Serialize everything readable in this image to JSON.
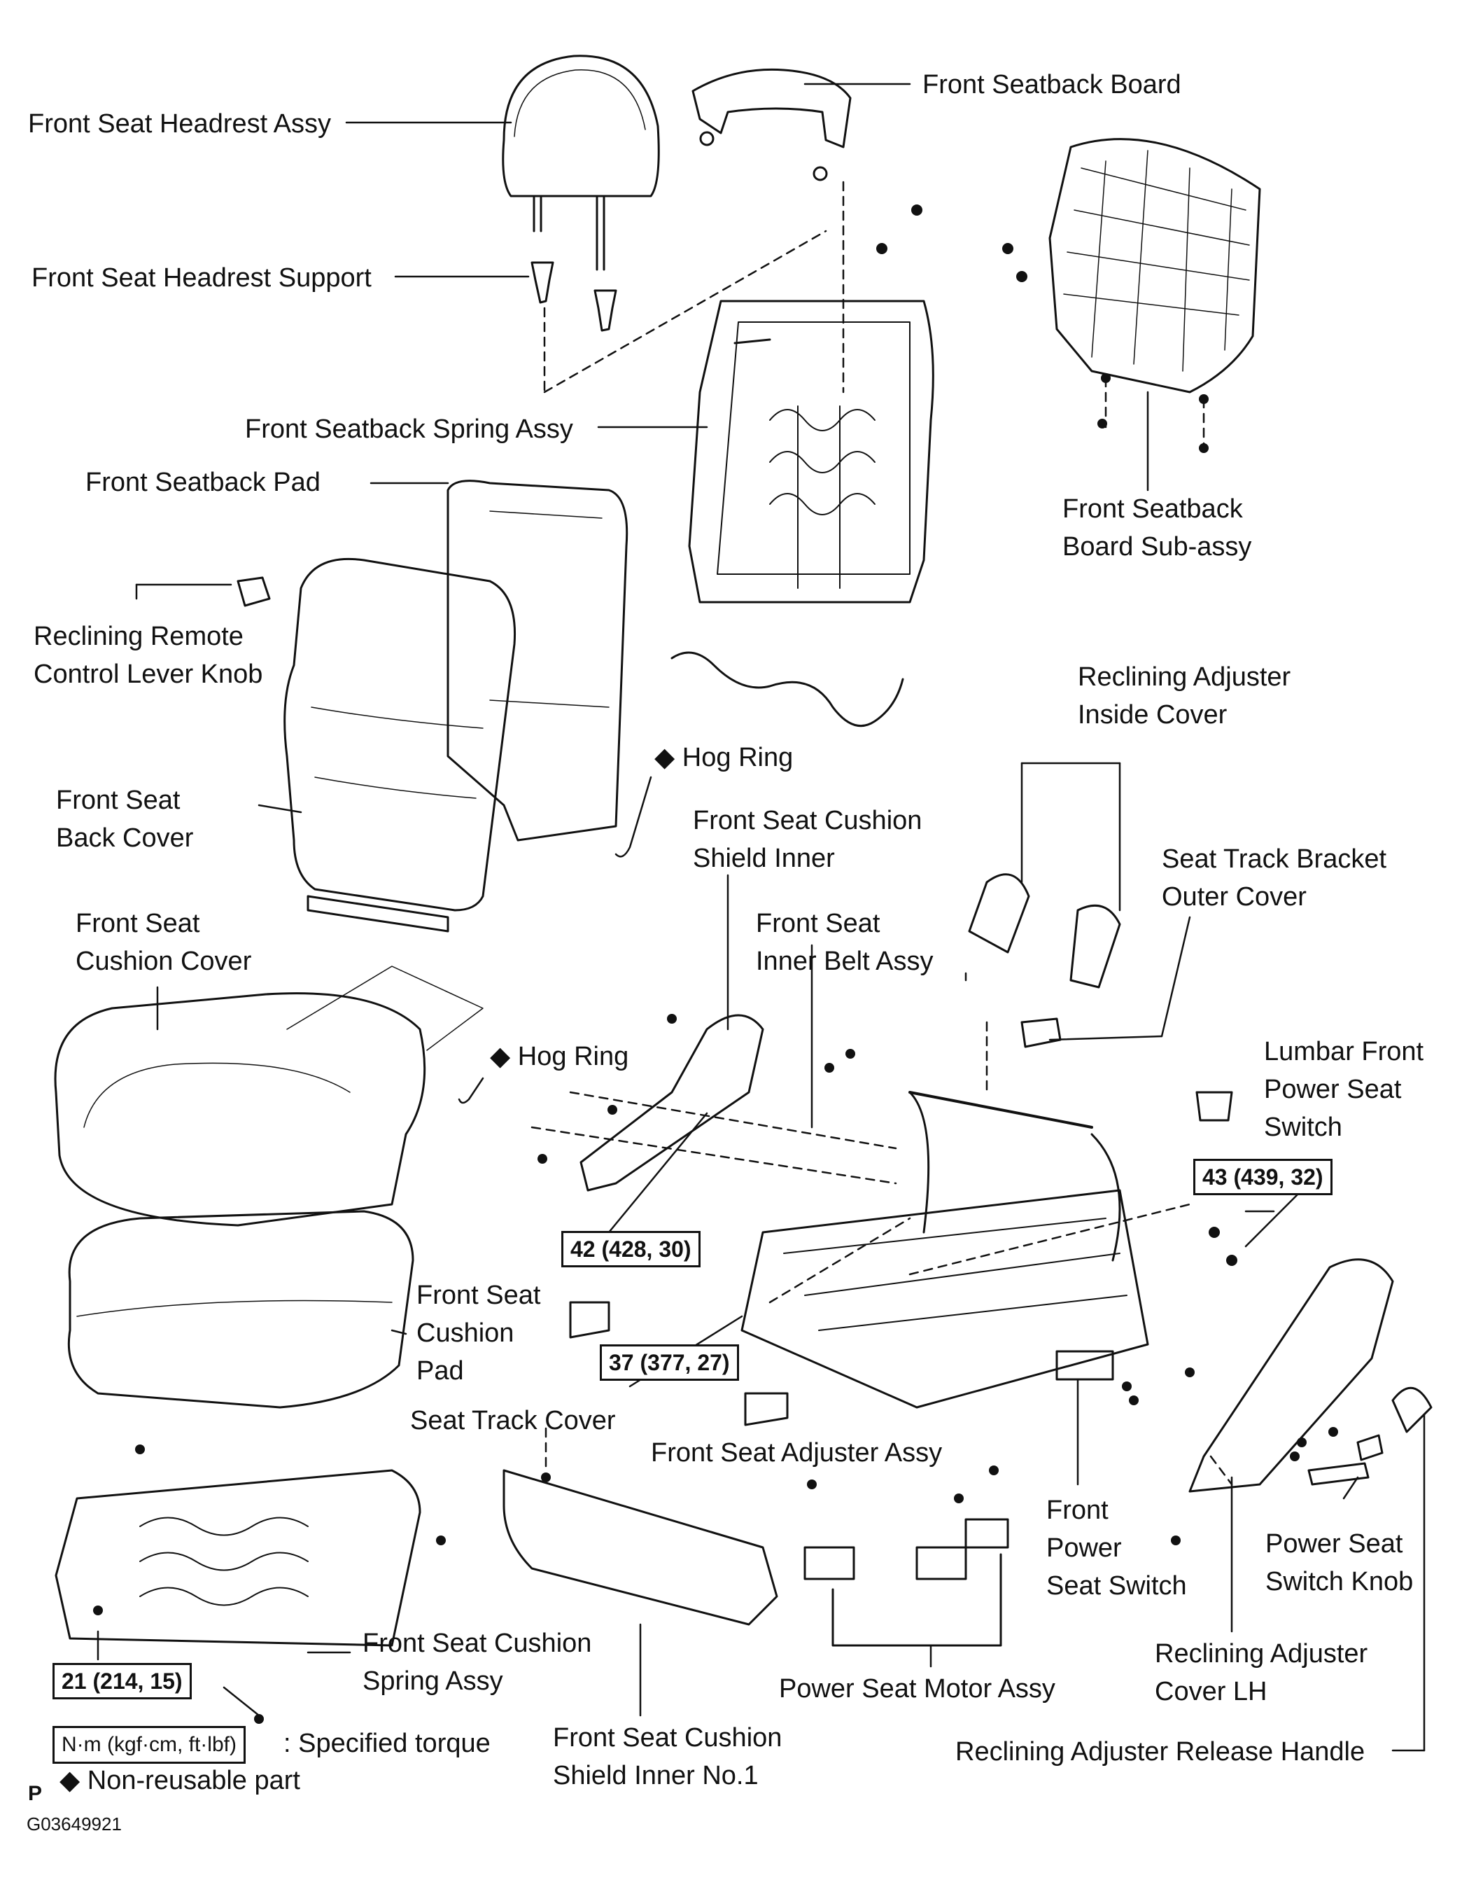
{
  "labels": {
    "headrest_assy": [
      "Front Seat Headrest Assy"
    ],
    "seatback_board": [
      "Front Seatback Board"
    ],
    "headrest_support": [
      "Front Seat Headrest Support"
    ],
    "seatback_spring_assy": [
      "Front Seatback Spring Assy"
    ],
    "seatback_pad": [
      "Front Seatback Pad"
    ],
    "seatback_board_sub": [
      "Front Seatback",
      "Board Sub-assy"
    ],
    "recl_remote_knob": [
      "Reclining Remote",
      "Control Lever Knob"
    ],
    "recl_inside_cover": [
      "Reclining Adjuster",
      "Inside Cover"
    ],
    "hog_ring_1": [
      "Hog Ring"
    ],
    "back_cover": [
      "Front Seat",
      "Back Cover"
    ],
    "cushion_shield_inner": [
      "Front Seat Cushion",
      "Shield Inner"
    ],
    "track_bracket_cover": [
      "Seat Track Bracket",
      "Outer Cover"
    ],
    "inner_belt": [
      "Front Seat",
      "Inner Belt Assy"
    ],
    "cushion_cover": [
      "Front Seat",
      "Cushion Cover"
    ],
    "hog_ring_2": [
      "Hog Ring"
    ],
    "lumbar_switch": [
      "Lumbar Front",
      "Power Seat",
      "Switch"
    ],
    "cushion_pad": [
      "Front Seat",
      "Cushion",
      "Pad"
    ],
    "seat_track_cover": [
      "Seat Track Cover"
    ],
    "adjuster_assy": [
      "Front Seat Adjuster Assy"
    ],
    "front_power_switch": [
      "Front",
      "Power",
      "Seat Switch"
    ],
    "power_switch_knob": [
      "Power Seat",
      "Switch Knob"
    ],
    "cushion_spring_assy": [
      "Front Seat Cushion",
      "Spring Assy"
    ],
    "recl_cover_lh": [
      "Reclining Adjuster",
      "Cover LH"
    ],
    "power_motor_assy": [
      "Power Seat Motor Assy"
    ],
    "cushion_shield_no1": [
      "Front Seat Cushion",
      "Shield Inner No.1"
    ],
    "recl_release_handle": [
      "Reclining Adjuster Release Handle"
    ]
  },
  "torques": {
    "t43": "43 (439, 32)",
    "t42": "42 (428, 30)",
    "t37": "37 (377, 27)",
    "t21": "21 (214, 15)"
  },
  "legend": {
    "box": "N·m (kgf·cm, ft·lbf)",
    "specified": ": Specified torque",
    "nonreusable": "Non-reusable part",
    "diamond": "◆"
  },
  "footer": {
    "p": "P",
    "code": "G03649921"
  },
  "colors": {
    "ink": "#111111",
    "paper": "#ffffff"
  }
}
